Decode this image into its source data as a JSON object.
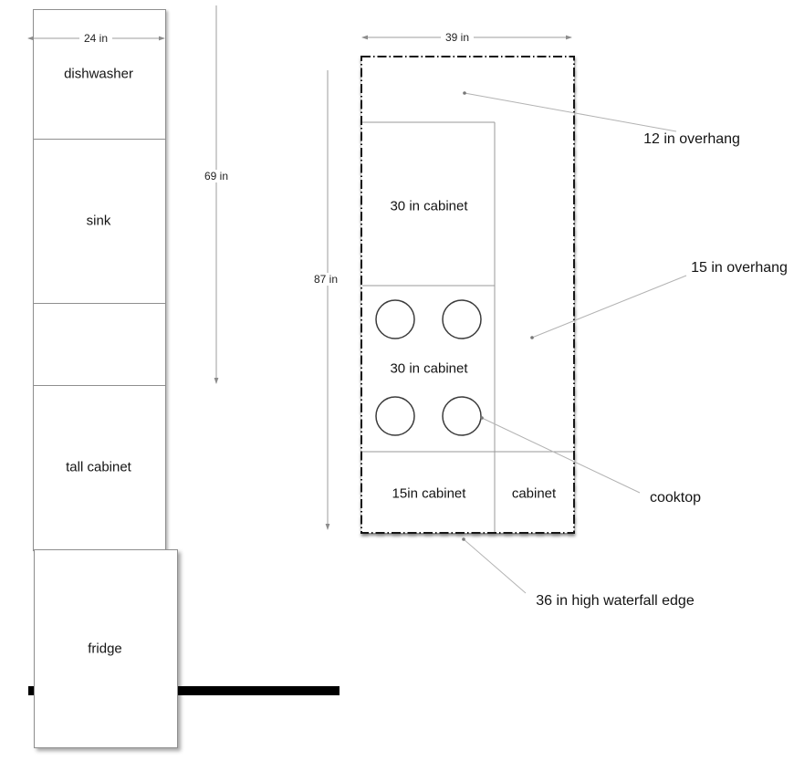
{
  "wall_run": {
    "width_dim": "24 in",
    "height_dim": "69 in",
    "sections": [
      {
        "label": "dishwasher"
      },
      {
        "label": "sink"
      },
      {
        "label": ""
      },
      {
        "label": "tall cabinet"
      }
    ],
    "fridge_label": "fridge"
  },
  "island": {
    "width_dim": "39 in",
    "height_dim": "87 in",
    "cabinet_top": "30 in cabinet",
    "cabinet_middle": "30 in cabinet",
    "cabinet_bottom_left": "15in cabinet",
    "cabinet_bottom_right": "cabinet",
    "annotation_overhang_top": "12 in overhang",
    "annotation_overhang_side": "15 in overhang",
    "annotation_cooktop": "cooktop",
    "annotation_waterfall": "36 in high waterfall edge"
  }
}
